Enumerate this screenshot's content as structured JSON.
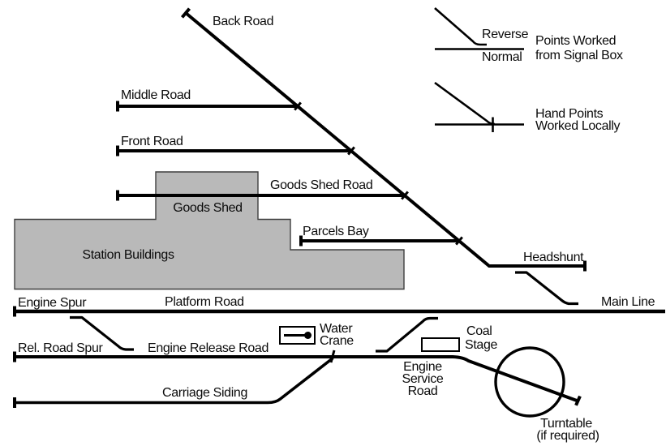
{
  "colors": {
    "background": "#ffffff",
    "track": "#000000",
    "building_fill": "#b9b9b9",
    "building_stroke": "#3f3f3f",
    "text": "#0b0b0b"
  },
  "tracks": {
    "back_road": "Back Road",
    "middle_road": "Middle Road",
    "front_road": "Front Road",
    "goods_shed_road": "Goods Shed Road",
    "parcels_bay": "Parcels Bay",
    "headshunt": "Headshunt",
    "main_line": "Main Line",
    "engine_spur": "Engine Spur",
    "platform_road": "Platform Road",
    "rel_road_spur": "Rel. Road Spur",
    "engine_release_road": "Engine Release Road",
    "carriage_siding": "Carriage Siding",
    "engine_service_road": [
      "Engine",
      "Service",
      "Road"
    ],
    "turntable": [
      "Turntable",
      "(if required)"
    ]
  },
  "structures": {
    "station_buildings": "Station Buildings",
    "goods_shed": "Goods Shed",
    "water_crane": [
      "Water",
      "Crane"
    ],
    "coal_stage": [
      "Coal",
      "Stage"
    ]
  },
  "legend": {
    "reverse": "Reverse",
    "normal": "Normal",
    "signal_box_points": [
      "Points Worked",
      "from Signal Box"
    ],
    "hand_points": [
      "Hand Points",
      "Worked Locally"
    ]
  }
}
